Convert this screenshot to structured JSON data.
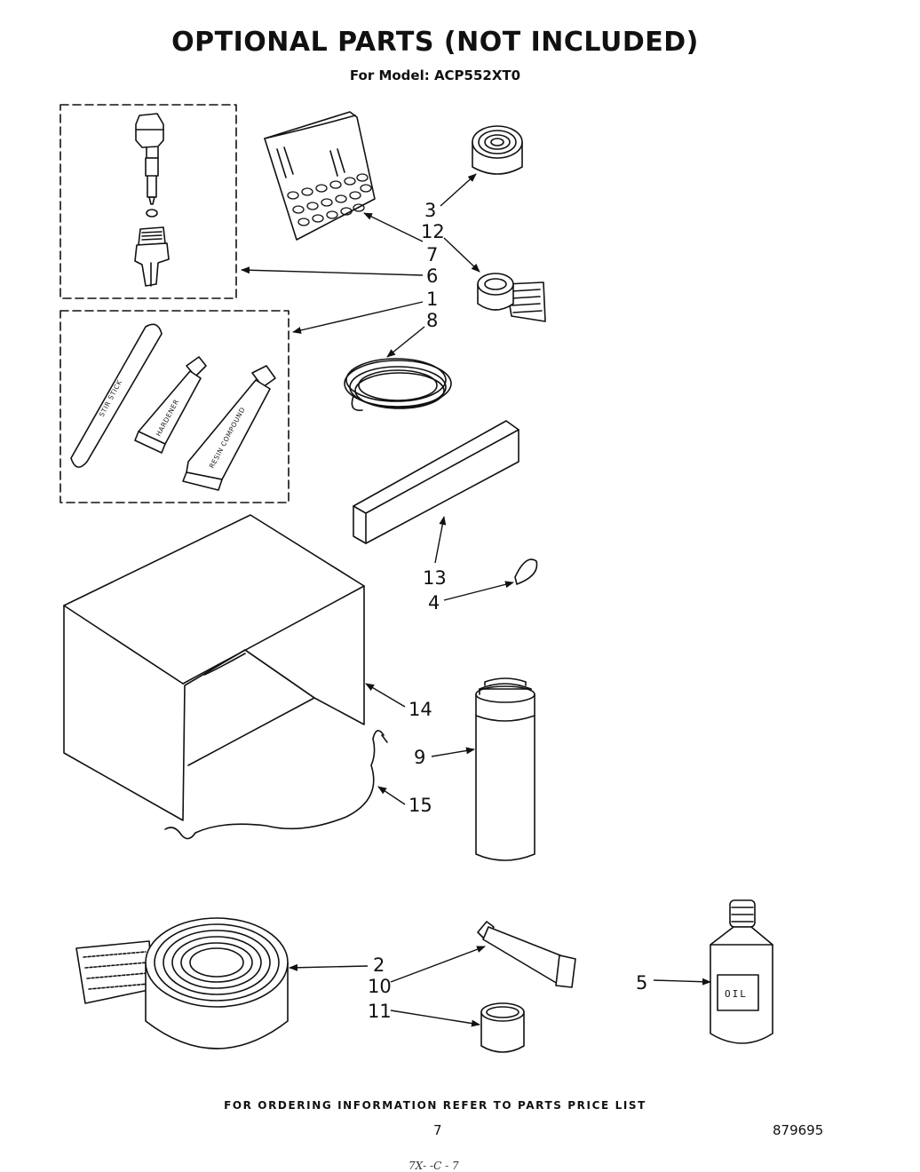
{
  "header": {
    "title": "OPTIONAL PARTS (NOT INCLUDED)",
    "subtitle": "For Model: ACP552XT0"
  },
  "callouts": {
    "c1": "1",
    "c2": "2",
    "c3": "3",
    "c4": "4",
    "c5": "5",
    "c6": "6",
    "c7": "7",
    "c8": "8",
    "c9": "9",
    "c10": "10",
    "c11": "11",
    "c12": "12",
    "c13": "13",
    "c14": "14",
    "c15": "15"
  },
  "kit_labels": {
    "stir_stick": "STIR STICK",
    "hardener": "HARDENER",
    "resin": "RESIN COMPOUND"
  },
  "oil_label": "OIL",
  "footer": {
    "note": "FOR ORDERING INFORMATION REFER TO PARTS PRICE LIST",
    "page_number": "7",
    "doc_number": "879695",
    "handwritten": "7X‐ ‐C ‐ 7"
  }
}
